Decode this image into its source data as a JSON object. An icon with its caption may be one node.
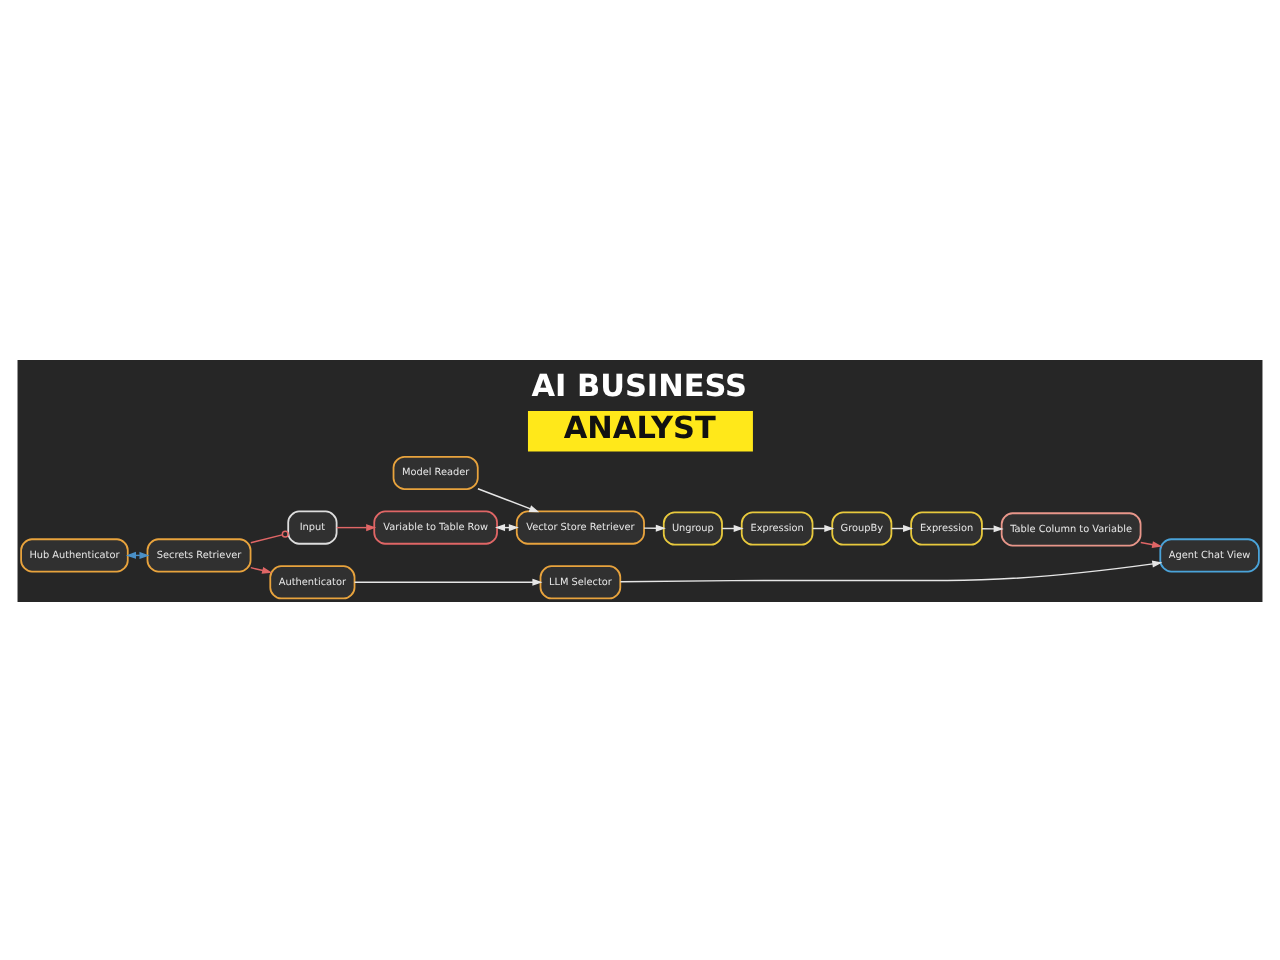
{
  "diagram": {
    "title": "AI BUSINESS ANALYST",
    "nodes": [
      {
        "text": [
          "Model Reader"
        ]
      },
      {
        "text": [
          "Vector Store Retriever"
        ]
      },
      {
        "text": [
          "Ungroup"
        ]
      },
      {
        "text": [
          "Expression"
        ]
      },
      {
        "text": [
          "GroupBy"
        ]
      },
      {
        "text": [
          "Expression"
        ]
      },
      {
        "text": [
          "Table Column to Variable"
        ]
      },
      {
        "text": [
          "Input"
        ]
      },
      {
        "text": [
          "Variable to Table Row"
        ]
      },
      {
        "text": [
          "Hub Authenticator"
        ]
      },
      {
        "text": [
          "Secrets Retriever"
        ]
      },
      {
        "text": [
          "Authenticator"
        ]
      },
      {
        "text": [
          "LLM Selector"
        ]
      },
      {
        "text": [
          "Agent Chat View"
        ]
      }
    ],
    "edges": [
      {
        "from": 0,
        "to": 1,
        "arrow": "to"
      },
      {
        "from": 1,
        "to": 2,
        "arrow": "to"
      },
      {
        "from": 2,
        "to": 3,
        "arrow": "to"
      },
      {
        "from": 3,
        "to": 4,
        "arrow": "to"
      },
      {
        "from": 4,
        "to": 5,
        "arrow": "to"
      },
      {
        "from": 5,
        "to": 6,
        "arrow": "to"
      },
      {
        "from": 7,
        "to": 8,
        "arrow": "to",
        "color": "#e06666"
      },
      {
        "from": 8,
        "to": 1,
        "arrow": "both"
      },
      {
        "from": 9,
        "to": 10,
        "arrow": "both",
        "color": "#4a90c8"
      },
      {
        "from": 10,
        "to": 7,
        "arrow": "other",
        "color": "#e06666"
      },
      {
        "from": 10,
        "to": 11,
        "arrow": "to",
        "color": "#e06666"
      },
      {
        "from": 11,
        "to": 12,
        "arrow": "to"
      },
      {
        "from": 12,
        "to": 13,
        "arrow": "to"
      },
      {
        "from": 6,
        "to": 13,
        "arrow": "to",
        "color": "#e06666"
      }
    ]
  }
}
